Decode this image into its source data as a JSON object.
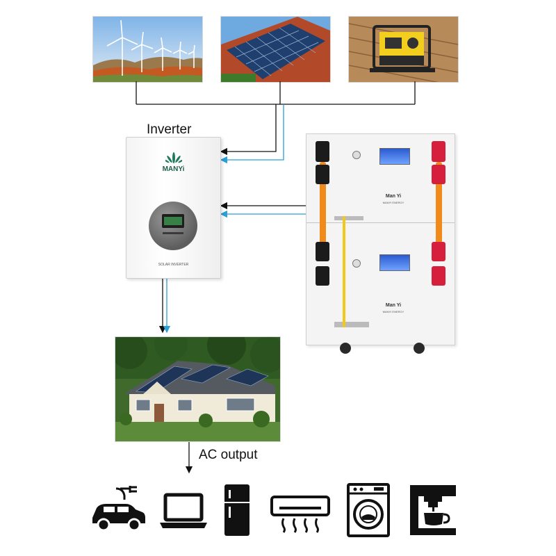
{
  "labels": {
    "inverter": "Inverter",
    "ac_output": "AC output"
  },
  "inverter_unit": {
    "brand": "MANYi",
    "panel_text": "SOLAR INVERTER"
  },
  "battery_modules": [
    {
      "brand": "Man Yi",
      "model": "MANYI ENERGY"
    },
    {
      "brand": "Man Yi",
      "model": "MANYI ENERGY"
    }
  ],
  "sources": [
    "wind-turbines-photo",
    "solar-panels-photo",
    "generator-photo"
  ],
  "loads": [
    "electric-car-icon",
    "laptop-icon",
    "refrigerator-icon",
    "air-conditioner-icon",
    "washing-machine-icon",
    "coffee-machine-icon"
  ],
  "colors": {
    "ac_line": "#111111",
    "dc_line": "#2a9fd8",
    "terminal_negative": "#1b1b1b",
    "terminal_positive": "#d61f3c",
    "cable": "#f08a1a",
    "comm_cable": "#f2c81a"
  }
}
